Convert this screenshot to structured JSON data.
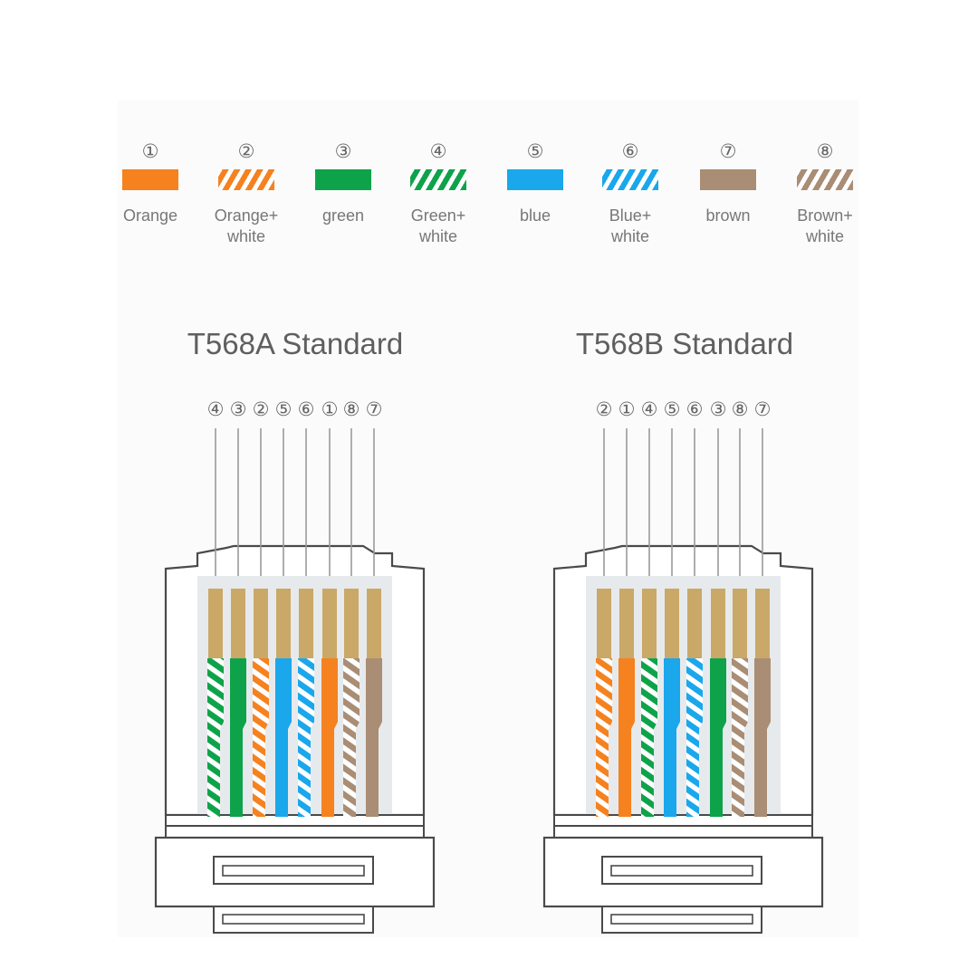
{
  "colors": {
    "orange": "#F5821F",
    "green": "#0EA34A",
    "blue": "#1AA7EC",
    "brown": "#A98D74",
    "white": "#FFFFFF",
    "gold": "#C9A868",
    "housing_fill": "#E7EAEC",
    "outline": "#4A4A4A"
  },
  "legend": [
    {
      "number": "①",
      "label": "Orange",
      "color": "orange",
      "striped": false,
      "swatch_icon": "solid-orange-swatch-icon"
    },
    {
      "number": "②",
      "label": "Orange+\nwhite",
      "color": "orange",
      "striped": true,
      "swatch_icon": "striped-orange-white-swatch-icon"
    },
    {
      "number": "③",
      "label": "green",
      "color": "green",
      "striped": false,
      "swatch_icon": "solid-green-swatch-icon"
    },
    {
      "number": "④",
      "label": "Green+\nwhite",
      "color": "green",
      "striped": true,
      "swatch_icon": "striped-green-white-swatch-icon"
    },
    {
      "number": "⑤",
      "label": "blue",
      "color": "blue",
      "striped": false,
      "swatch_icon": "solid-blue-swatch-icon"
    },
    {
      "number": "⑥",
      "label": "Blue+\nwhite",
      "color": "blue",
      "striped": true,
      "swatch_icon": "striped-blue-white-swatch-icon"
    },
    {
      "number": "⑦",
      "label": "brown",
      "color": "brown",
      "striped": false,
      "swatch_icon": "solid-brown-swatch-icon"
    },
    {
      "number": "⑧",
      "label": "Brown+\nwhite",
      "color": "brown",
      "striped": true,
      "swatch_icon": "striped-brown-white-swatch-icon"
    }
  ],
  "standards": [
    {
      "title": "T568A Standard",
      "pin_order": [
        "4",
        "3",
        "2",
        "5",
        "6",
        "1",
        "8",
        "7"
      ]
    },
    {
      "title": "T568B Standard",
      "pin_order": [
        "2",
        "1",
        "4",
        "5",
        "6",
        "3",
        "8",
        "7"
      ]
    }
  ]
}
